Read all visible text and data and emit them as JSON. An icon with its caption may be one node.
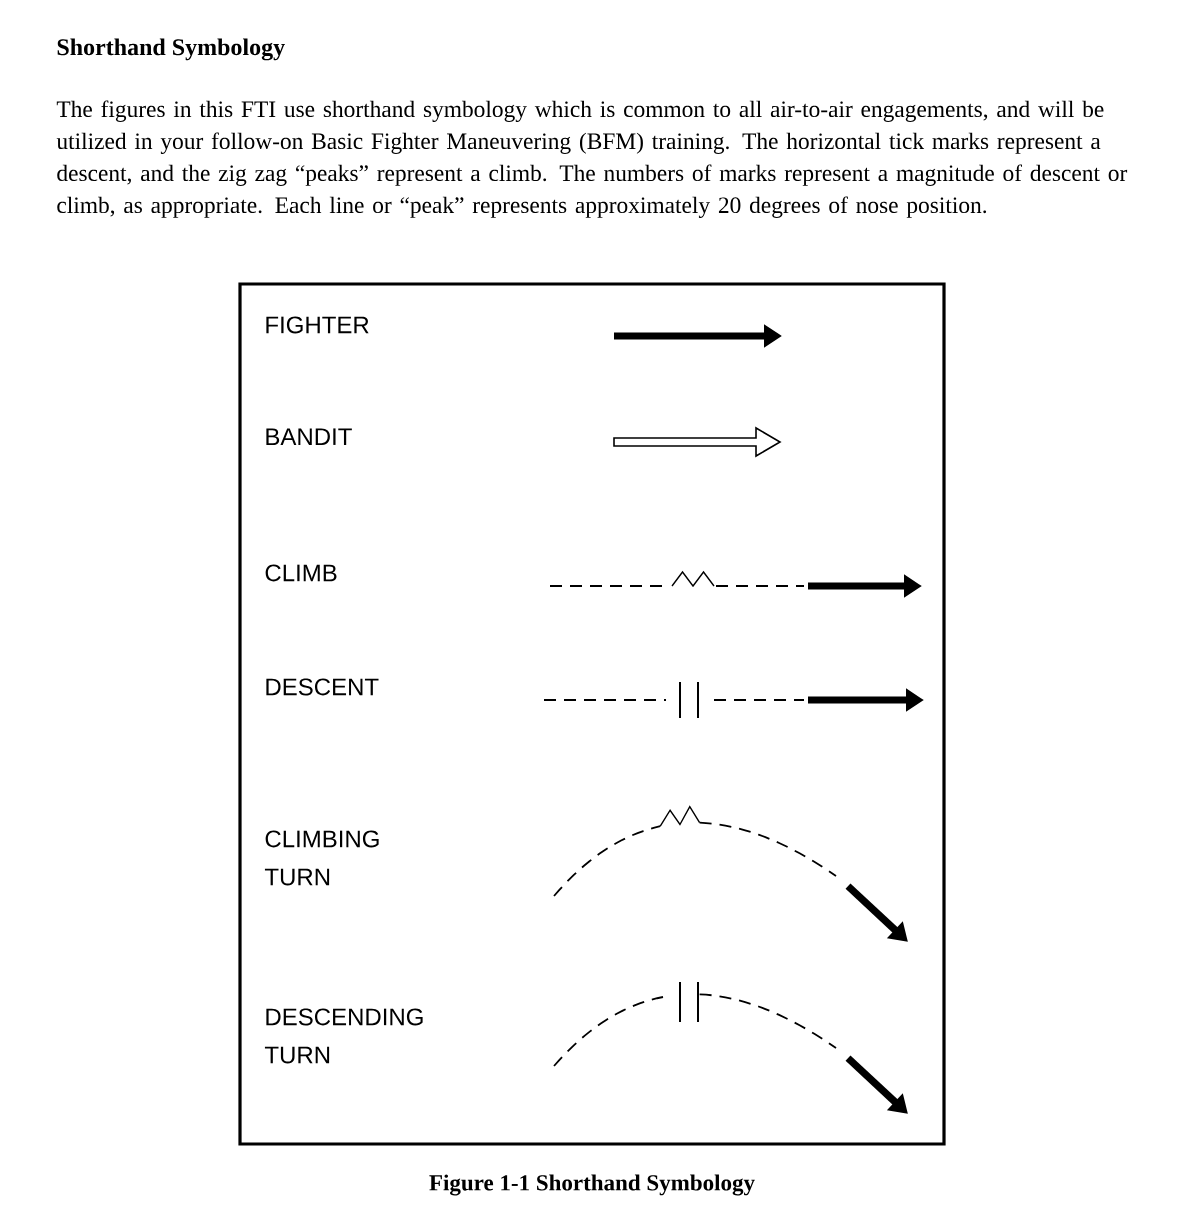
{
  "diagram": {
    "title": "Shorthand Symbology",
    "caption": "Figure 1-1 Shorthand Symbology",
    "labels": [
      "The figures in this FTI use shorthand symbology which is common to all air-to-air engagements, and will be utilized in your follow-on Basic Fighter Maneuvering (BFM) training.  The horizontal tick marks represent a descent, and the zig zag “peaks” represent a climb.  The numbers of marks represent a magnitude of descent or climb, as appropriate.  Each line or “peak” represents approximately 20 degrees of nose position.",
      "FIGHTER",
      "BANDIT",
      "CLIMB",
      "DESCENT",
      "CLIMBING TURN",
      "DESCENDING TURN"
    ]
  }
}
